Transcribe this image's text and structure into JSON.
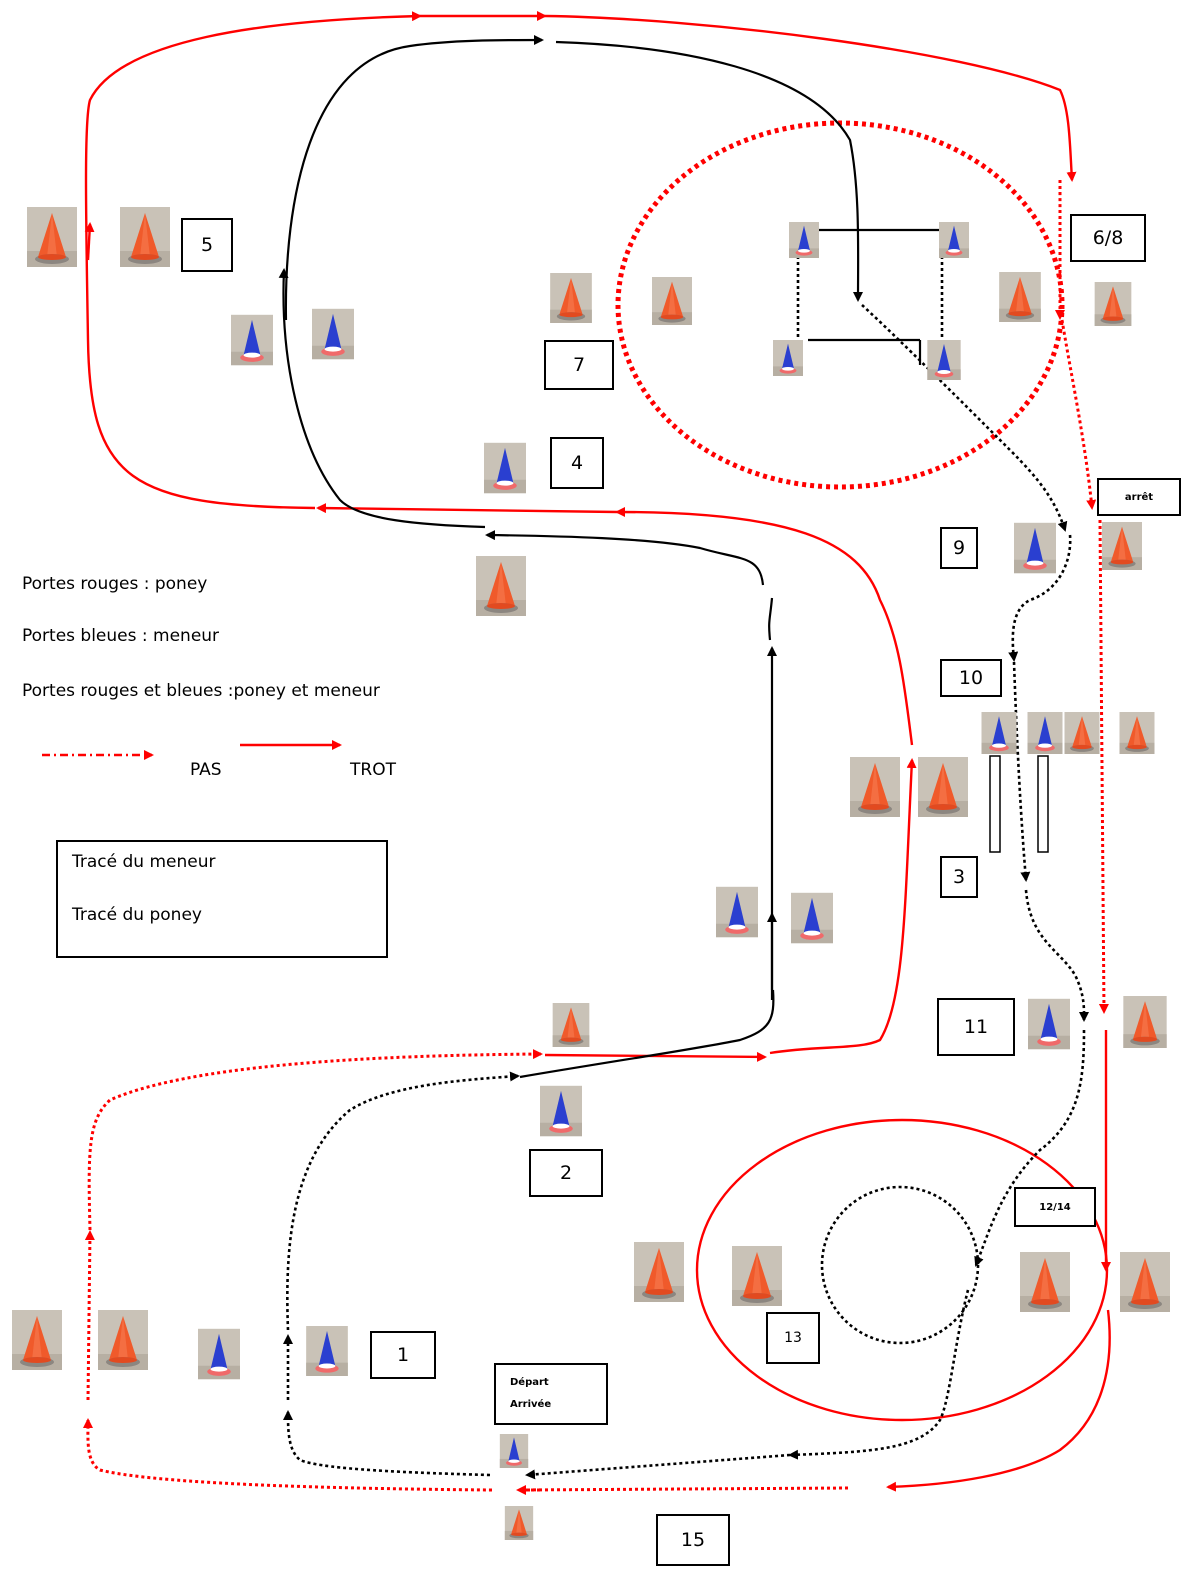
{
  "legend": {
    "red_gates": "Portes rouges : poney",
    "blue_gates": "Portes bleues : meneur",
    "both_gates": "Portes rouges et bleues :poney et meneur",
    "walk": "PAS",
    "trot": "TROT",
    "driver_path": "Tracé du meneur",
    "pony_path": "Tracé du poney"
  },
  "obstacles": {
    "n1": "1",
    "n2": "2",
    "n3": "3",
    "n4": "4",
    "n5": "5",
    "n6_8": "6/8",
    "n7": "7",
    "n9": "9",
    "n10": "10",
    "n11": "11",
    "n12_14": "12/14",
    "n13": "13",
    "n15": "15",
    "stop": "arrêt",
    "start_line1": "Départ",
    "start_line2": "Arrivée"
  },
  "colors": {
    "pony": "#ff0000",
    "driver": "#000000",
    "red_cone": "#f05a2b",
    "blue_cone": "#2a3fd0",
    "photo_bg": "#c9c2b7"
  }
}
